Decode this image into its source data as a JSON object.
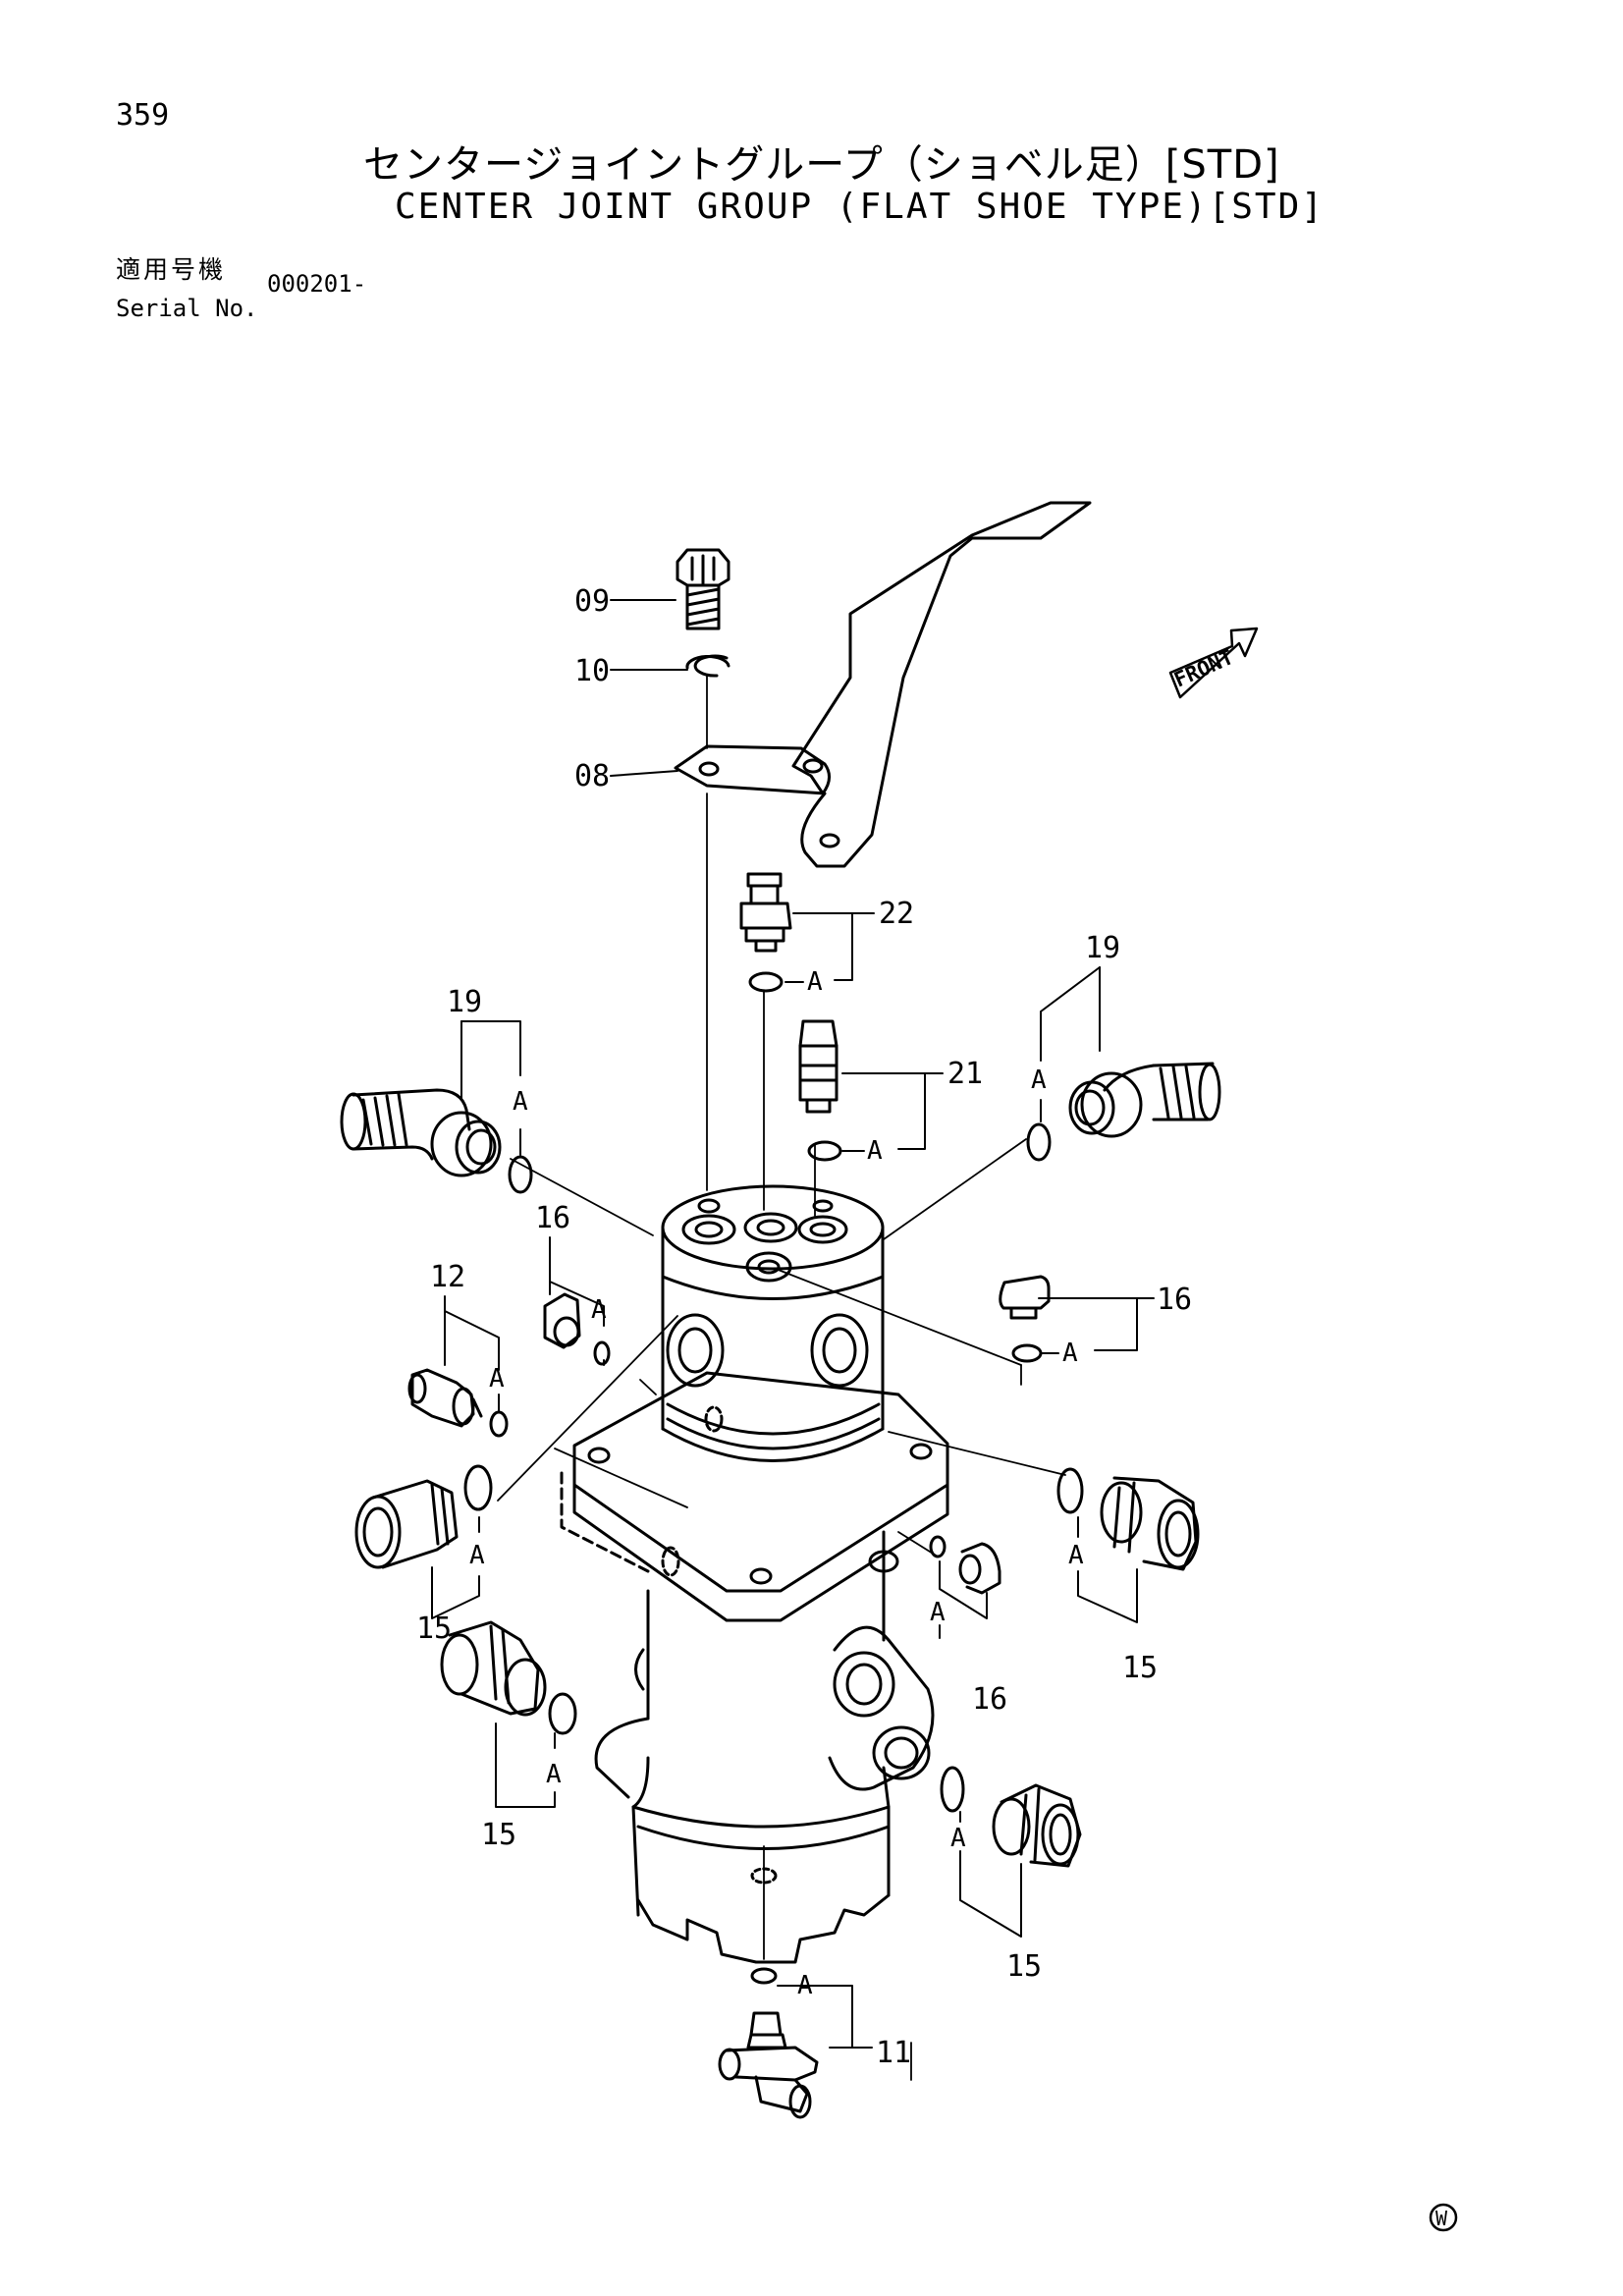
{
  "header": {
    "page_number": "359",
    "title_jp": "センタージョイントグループ（ショベル足）[STD]",
    "title_en": "CENTER JOINT GROUP (FLAT SHOE TYPE)[STD]",
    "serial_label_jp": "適用号機",
    "serial_label_en": "Serial No.",
    "serial_value": "000201-"
  },
  "diagram": {
    "front_label": "FRONT",
    "connector_letter": "A",
    "copyright_mark": "W",
    "callouts": [
      "09",
      "10",
      "08",
      "22",
      "21",
      "19",
      "19",
      "16",
      "16",
      "12",
      "15",
      "15",
      "15",
      "15",
      "16",
      "11"
    ]
  }
}
